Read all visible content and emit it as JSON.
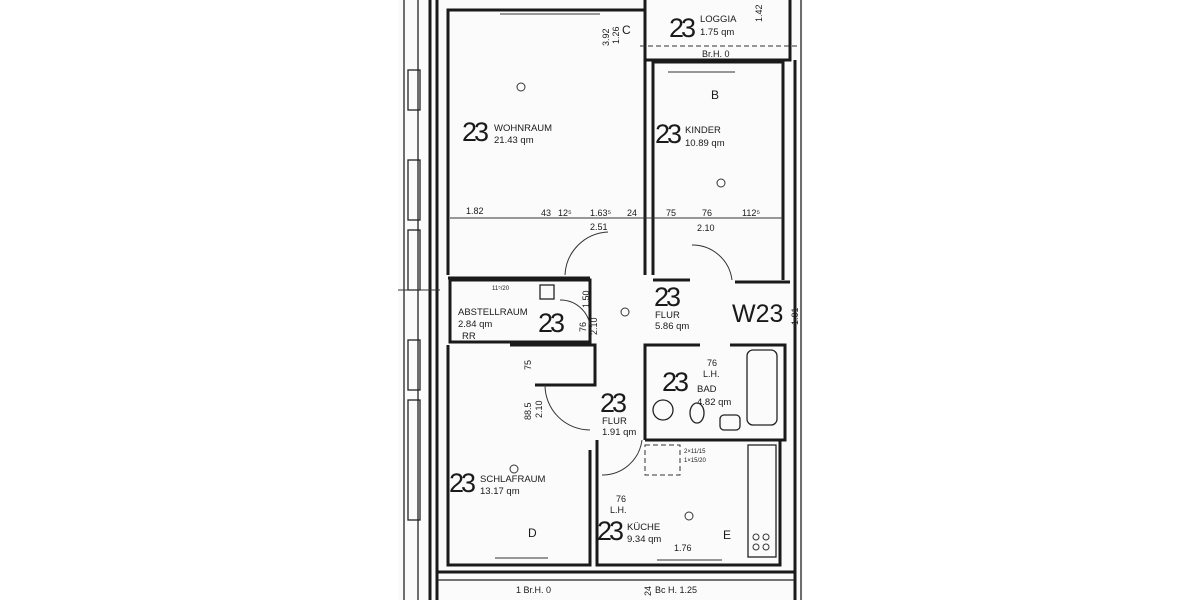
{
  "plan": {
    "apartment": "W23",
    "rooms": [
      {
        "number": "23",
        "name": "WOHNRAUM",
        "area": "21.43 qm"
      },
      {
        "number": "23",
        "name": "KINDER",
        "area": "10.89 qm"
      },
      {
        "number": "23",
        "name": "LOGGIA",
        "area": "1.75 qm"
      },
      {
        "number": "23",
        "name": "ABSTELLRAUM",
        "area": "2.84 qm"
      },
      {
        "number": "23",
        "name": "FLUR",
        "area": "5.86 qm"
      },
      {
        "number": "23",
        "name": "BAD",
        "area": "4.82 qm"
      },
      {
        "number": "23",
        "name": "FLUR",
        "area": "1.91 qm"
      },
      {
        "number": "23",
        "name": "SCHLAFRAUM",
        "area": "13.17 qm"
      },
      {
        "number": "23",
        "name": "KÜCHE",
        "area": "9.34 qm"
      }
    ],
    "dimensions": {
      "row": [
        "1.82",
        "43",
        "12⁵",
        "1.63⁵",
        "24",
        "75",
        "76",
        "112⁵"
      ],
      "door_wohn": "2.51",
      "door_kinder": "2.10",
      "loggia_parapet": "Br.H. 0",
      "loggia_width": "1.42",
      "window_top": "3.92",
      "window_top2": "1.26",
      "flur_right": "1.01",
      "abst_door_1": "1.50",
      "abst_door_2": "76",
      "abst_door_3": "2.10",
      "abst_note": "11⁵/20",
      "rr": "RR",
      "schlaf_1": "75",
      "schlaf_2": "88.5",
      "schlaf_3": "2.10",
      "bad_width": "76",
      "bad_lh": "L.H.",
      "kueche_width": "76",
      "kueche_lh": "L.H.",
      "kueche_window": "1.76",
      "stair_1": "2×11/15",
      "stair_2": "1×15/20",
      "bottom_left": "1 Br.H. 0",
      "bottom_24": "24",
      "bottom_right": "Bc H. 1.25"
    },
    "markers": [
      "C",
      "B",
      "D",
      "E"
    ]
  }
}
